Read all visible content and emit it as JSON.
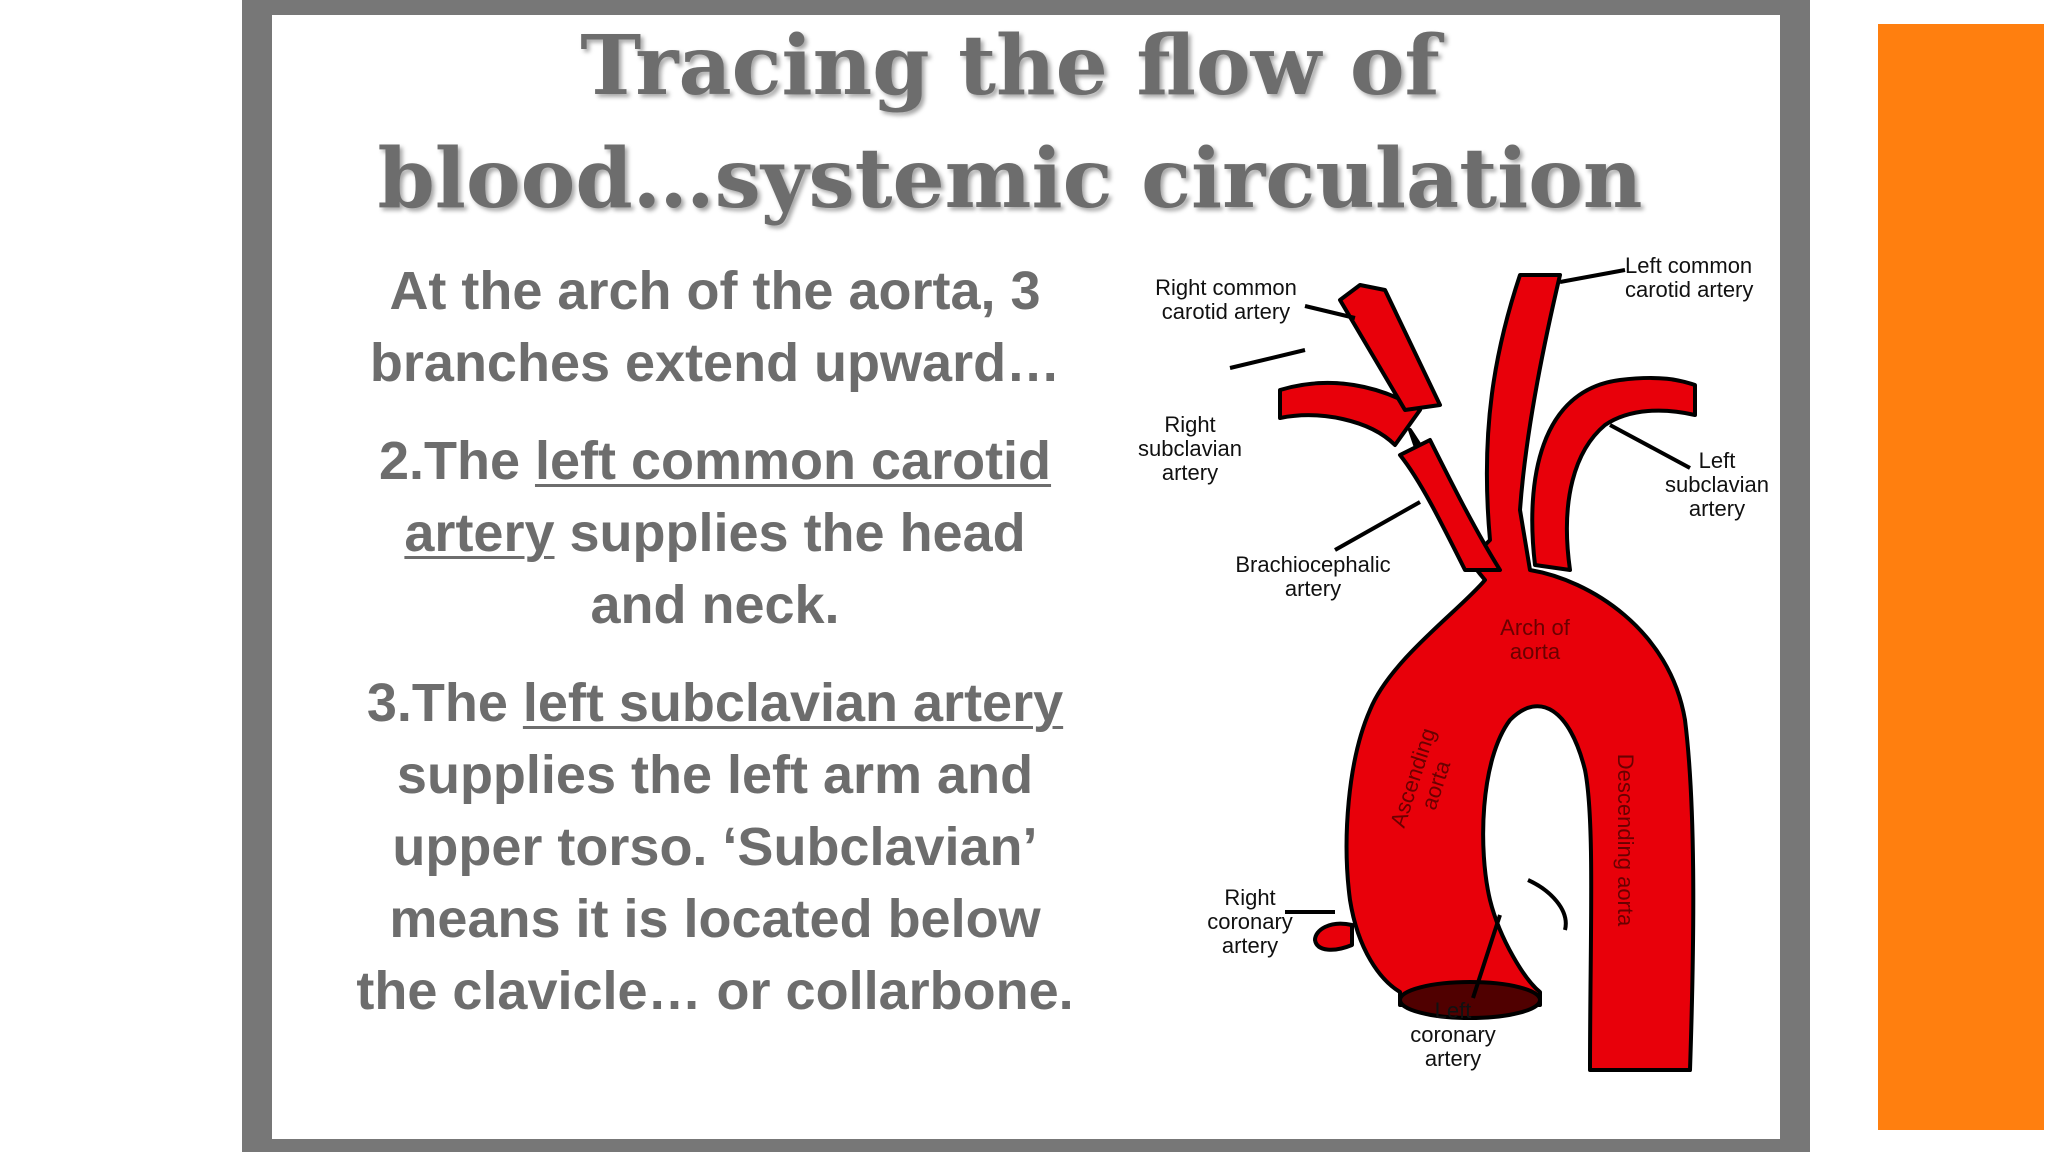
{
  "slide": {
    "title_line1": "Tracing the flow of",
    "title_line2": "blood…systemic circulation",
    "intro_line1": "At the arch of the aorta, 3",
    "intro_line2": "branches extend upward…",
    "point2_prefix": "2.The ",
    "point2_term_a": "left common carotid",
    "point2_term_b": "artery",
    "point2_rest_a": " supplies the head",
    "point2_rest_b": "and neck.",
    "point3_prefix": "3.The ",
    "point3_term": "left subclavian artery",
    "point3_line2": "supplies the left arm and",
    "point3_line3": "upper torso. ‘Subclavian’",
    "point3_line4": "means it is located below",
    "point3_line5": "the clavicle… or collarbone."
  },
  "diagram": {
    "labels": {
      "right_common_carotid_1": "Right common",
      "right_common_carotid_2": "carotid artery",
      "left_common_carotid_1": "Left common",
      "left_common_carotid_2": "carotid artery",
      "right_subclavian_1": "Right",
      "right_subclavian_2": "subclavian",
      "right_subclavian_3": "artery",
      "left_subclavian_1": "Left",
      "left_subclavian_2": "subclavian",
      "left_subclavian_3": "artery",
      "brachiocephalic_1": "Brachiocephalic",
      "brachiocephalic_2": "artery",
      "arch_1": "Arch of",
      "arch_2": "aorta",
      "ascending_1": "Ascending",
      "ascending_2": "aorta",
      "descending": "Descending aorta",
      "right_coronary_1": "Right",
      "right_coronary_2": "coronary",
      "right_coronary_3": "artery",
      "left_coronary_1": "Left",
      "left_coronary_2": "coronary",
      "left_coronary_3": "artery"
    }
  },
  "colors": {
    "frame": "#777777",
    "accent": "#ff7f0f",
    "text": "#6d6d6d",
    "artery": "#e8000a"
  }
}
